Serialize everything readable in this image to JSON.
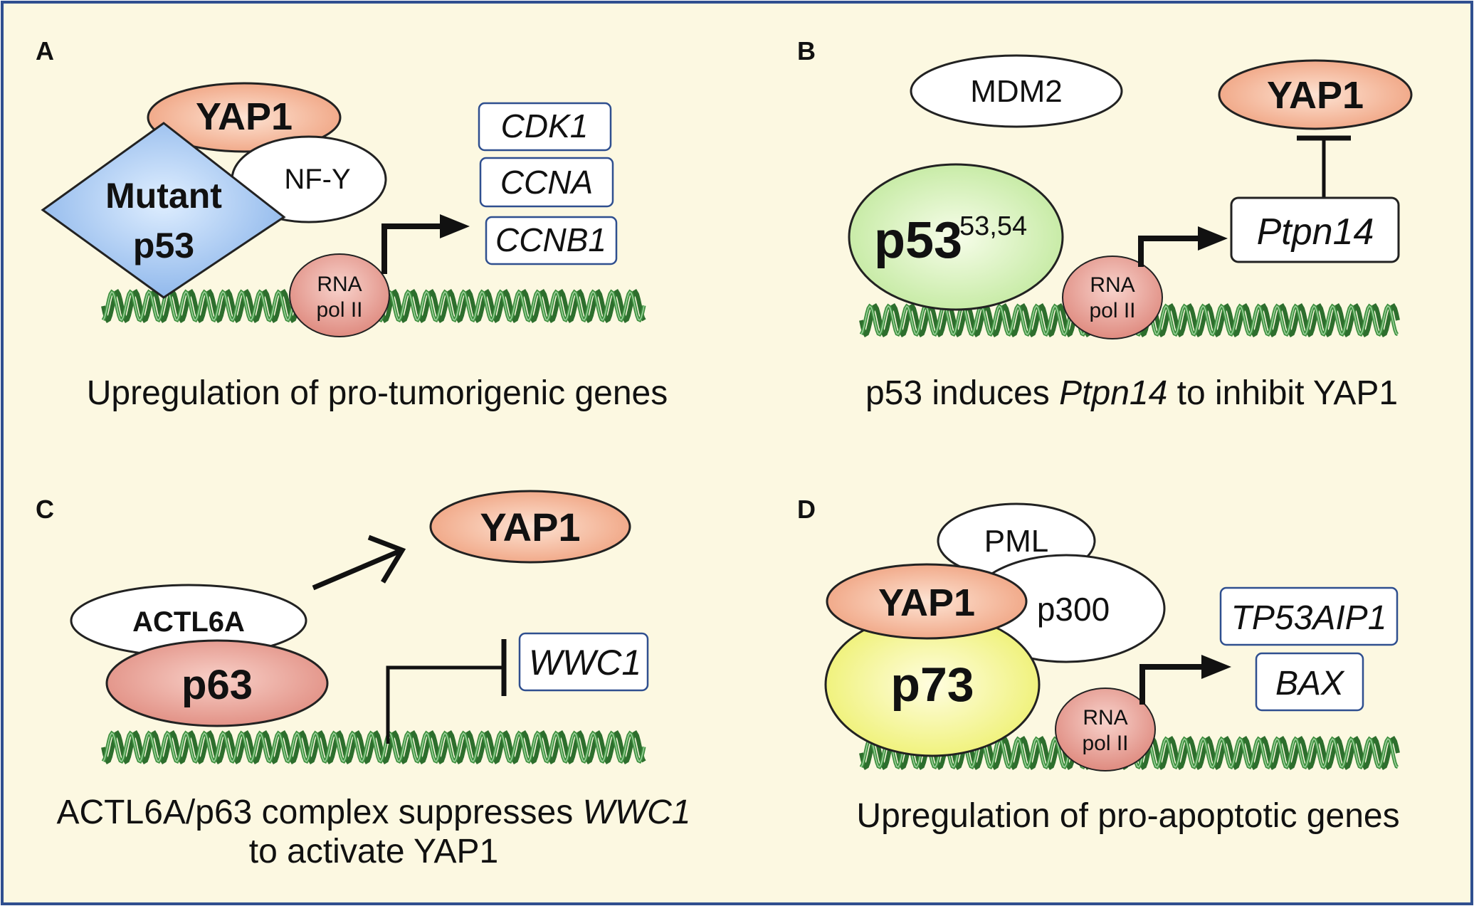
{
  "colors": {
    "background": "#fcf8e1",
    "border": "#2f4f8f",
    "yap1_fill": "#f2b79a",
    "p63_fill": "#e9a9a0",
    "pol_fill": "#e9a9a0",
    "mutant_fill": "#a9c8ef",
    "p53_fill": "#dff3c0",
    "p73_fill": "#f3f590",
    "gene_box_border": "#2f4f8f",
    "dna_green": "#3e8f3e"
  },
  "panels": {
    "a": {
      "label": "A",
      "yap1": "YAP1",
      "mutant": "Mutant",
      "p53": "p53",
      "nfy": "NF-Y",
      "pol_line1": "RNA",
      "pol_line2": "pol II",
      "genes": [
        "CDK1",
        "CCNA",
        "CCNB1"
      ],
      "caption": "Upregulation of pro-tumorigenic genes"
    },
    "b": {
      "label": "B",
      "mdm2": "MDM2",
      "yap1": "YAP1",
      "p53": "p53",
      "p53_refs": "53,54",
      "gene": "Ptpn14",
      "pol_line1": "RNA",
      "pol_line2": "pol II",
      "caption_pre": "p53 induces ",
      "caption_gene": "Ptpn14",
      "caption_post": " to inhibit YAP1"
    },
    "c": {
      "label": "C",
      "yap1": "YAP1",
      "actl6a": "ACTL6A",
      "p63": "p63",
      "gene": "WWC1",
      "caption_line1_pre": "ACTL6A/p63 complex suppresses ",
      "caption_line1_gene": "WWC1",
      "caption_line2": "to activate YAP1"
    },
    "d": {
      "label": "D",
      "pml": "PML",
      "yap1": "YAP1",
      "p300": "p300",
      "p73": "p73",
      "pol_line1": "RNA",
      "pol_line2": "pol II",
      "genes": [
        "TP53AIP1",
        "BAX"
      ],
      "caption": "Upregulation of pro-apoptotic genes"
    }
  }
}
